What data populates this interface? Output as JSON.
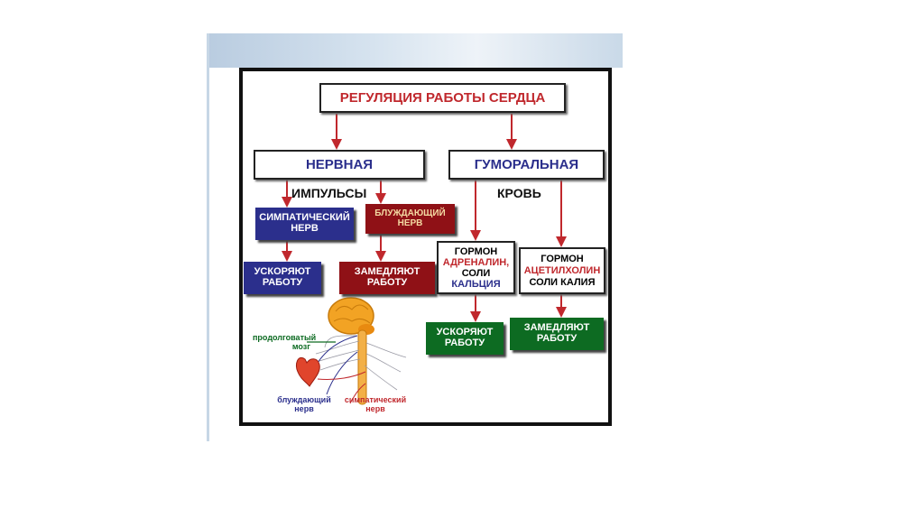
{
  "diagram": {
    "title": "РЕГУЛЯЦИЯ РАБОТЫ СЕРДЦА",
    "nervous": {
      "label": "НЕРВНАЯ",
      "impulses": "ИМПУЛЬСЫ",
      "sympathetic": "СИМПАТИЧЕСКИЙ НЕРВ",
      "vagus": "БЛУЖДАЮЩИЙ НЕРВ",
      "accelerate": "УСКОРЯЮТ РАБОТУ",
      "slow": "ЗАМЕДЛЯЮТ РАБОТУ"
    },
    "humoral": {
      "label": "ГУМОРАЛЬНАЯ",
      "blood": "КРОВЬ",
      "hormone1": {
        "word": "ГОРМОН",
        "name": "АДРЕНАЛИН,",
        "salt1": "СОЛИ",
        "salt2": "КАЛЬЦИЯ"
      },
      "hormone2": {
        "word": "ГОРМОН",
        "name": "АЦЕТИЛХОЛИН",
        "salt": "СОЛИ КАЛИЯ"
      },
      "accelerate": "УСКОРЯЮТ РАБОТУ",
      "slow": "ЗАМЕДЛЯЮТ РАБОТУ"
    },
    "illustration": {
      "medulla": "продолговатый мозг",
      "vagus": "блуждающий нерв",
      "sympathetic": "симпатический нерв"
    }
  },
  "colors": {
    "arrow": "#c0282d",
    "blue_box": "#2b2f8c",
    "red_box": "#8f1116",
    "green_box": "#0d6b22"
  }
}
